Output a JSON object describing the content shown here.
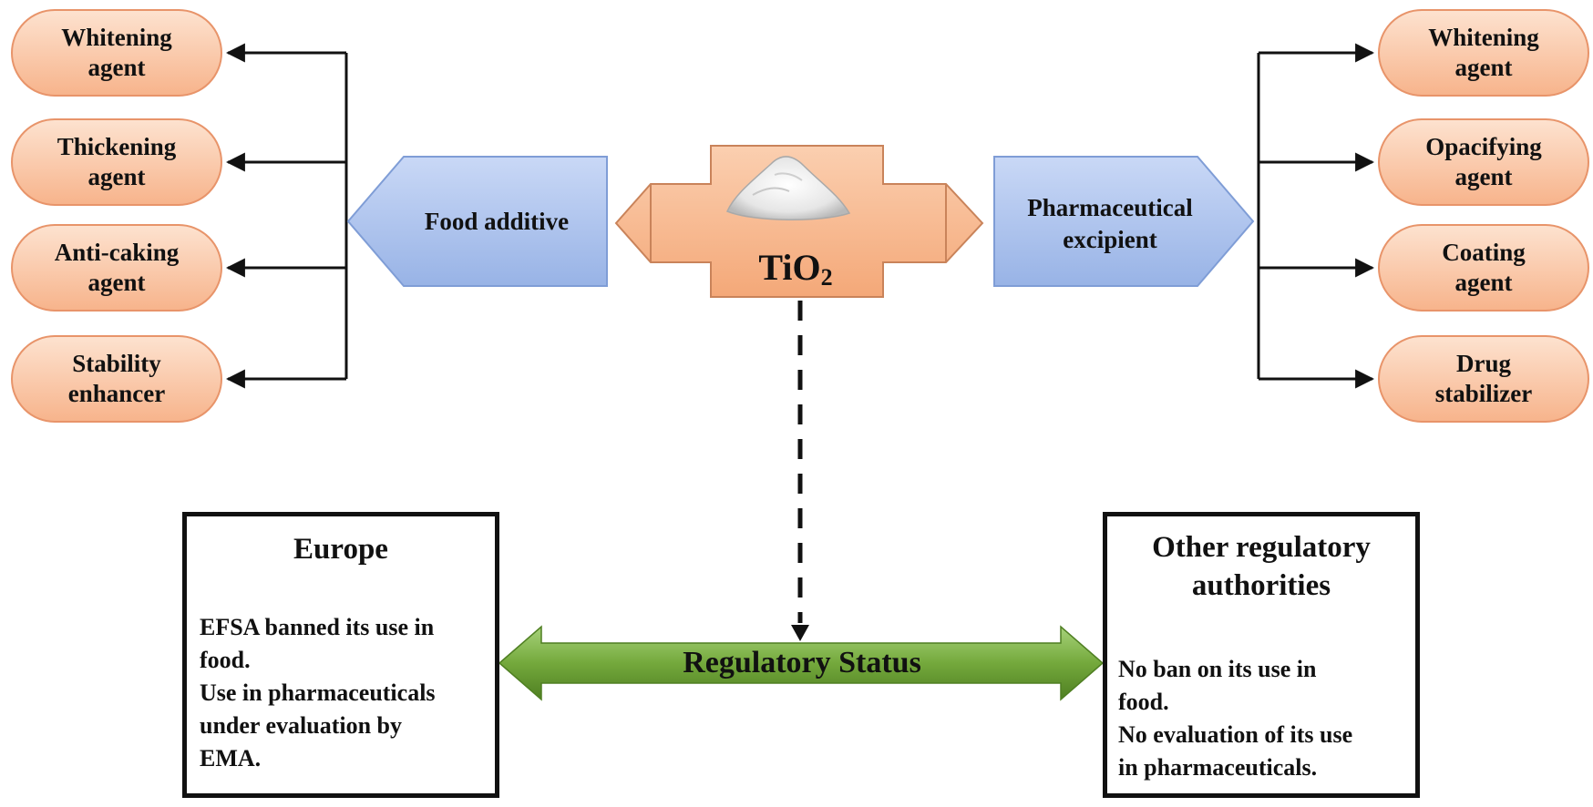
{
  "center": {
    "formula": "TiO",
    "formula_subscript": "2"
  },
  "food": {
    "label": "Food additive",
    "uses": [
      [
        "Whitening",
        "agent"
      ],
      [
        "Thickening",
        "agent"
      ],
      [
        "Anti-caking",
        "agent"
      ],
      [
        "Stability",
        "enhancer"
      ]
    ]
  },
  "pharma": {
    "label_line1": "Pharmaceutical",
    "label_line2": "excipient",
    "uses": [
      [
        "Whitening",
        "agent"
      ],
      [
        "Opacifying",
        "agent"
      ],
      [
        "Coating",
        "agent"
      ],
      [
        "Drug",
        "stabilizer"
      ]
    ]
  },
  "regulatory": {
    "label": "Regulatory Status",
    "europe": {
      "title": "Europe",
      "lines": [
        "EFSA banned its use in",
        "food.",
        "Use in pharmaceuticals",
        "under evaluation by",
        "EMA."
      ]
    },
    "other": {
      "title_line1": "Other regulatory",
      "title_line2": "authorities",
      "lines": [
        "No ban on its use in",
        "food.",
        "No evaluation of its use",
        "in pharmaceuticals."
      ]
    }
  },
  "colors": {
    "pill_fill": "#f9c4a2",
    "center_fill": "#f8b890",
    "category_fill": "#b4c8ef",
    "status_arrow": "#74a93c"
  }
}
